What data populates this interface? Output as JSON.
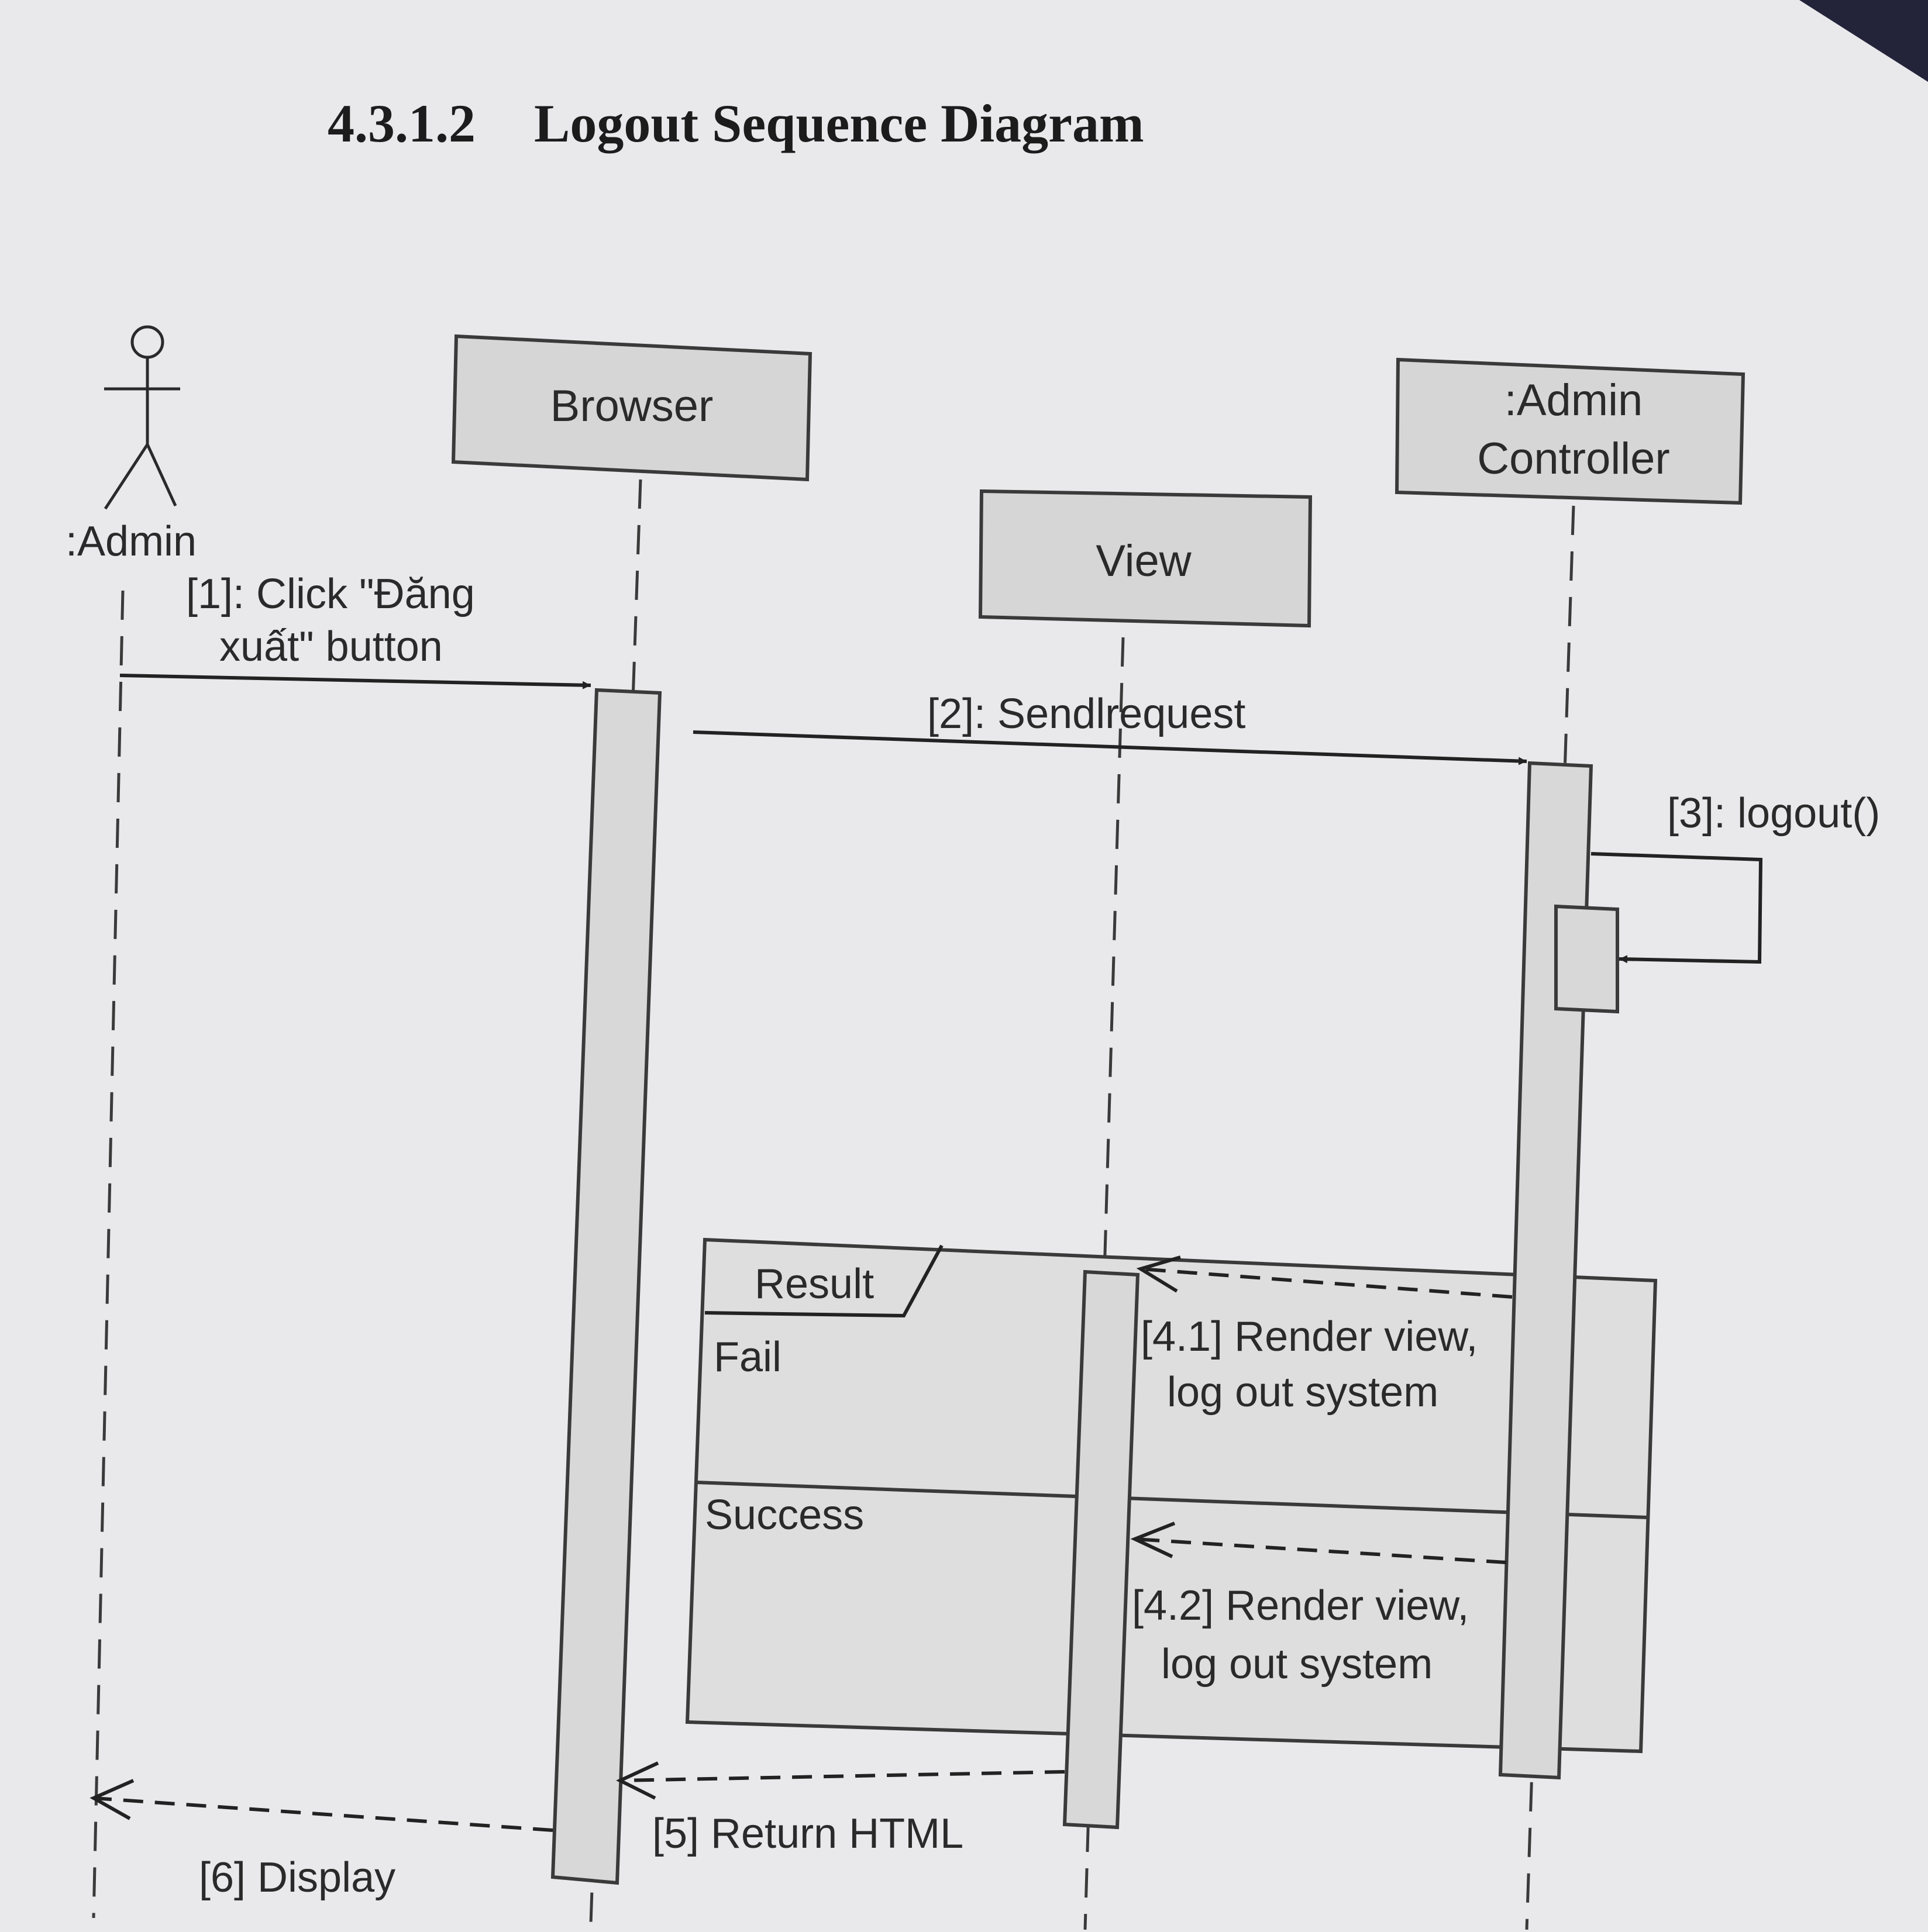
{
  "heading": {
    "number": "4.3.1.2",
    "title": "Logout Sequence Diagram"
  },
  "actor": {
    "label": ":Admin"
  },
  "lifelines": {
    "browser": "Browser",
    "view": "View",
    "controller_line1": ":Admin",
    "controller_line2": "Controller"
  },
  "messages": {
    "m1_line1": "[1]: Click \"Đăng",
    "m1_line2": "xuất\" button",
    "m2": "[2]: Sendlrequest",
    "m3": "[3]: logout()",
    "m41_line1": "[4.1] Render view,",
    "m41_line2": "log out system",
    "m42_line1": "[4.2] Render view,",
    "m42_line2": "log out system",
    "m5": "[5] Return HTML",
    "m6": "[6] Display"
  },
  "fragment": {
    "label": "Result",
    "guard_fail": "Fail",
    "guard_success": "Success"
  }
}
